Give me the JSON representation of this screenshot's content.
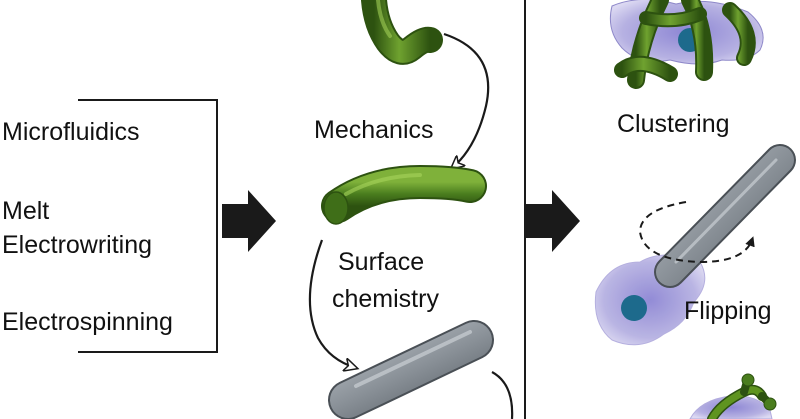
{
  "methods": [
    "Microfluidics",
    "Melt",
    "Electrowriting",
    "Electrospinning"
  ],
  "properties": {
    "mechanics": "Mechanics",
    "surface_line1": "Surface",
    "surface_line2": "chemistry"
  },
  "responses": {
    "clustering": "Clustering",
    "flipping": "Flipping"
  },
  "colors": {
    "fiber_green": "#4a7d1e",
    "fiber_gray": "#8a9198",
    "cell_lavender": "#b6b1e2",
    "nucleus": "#1d6a8c",
    "arrow": "#1a1a1a"
  },
  "icons": [
    "fiber-green-icon",
    "fiber-gray-icon",
    "cell-icon",
    "nucleus-icon",
    "arrow-icon"
  ]
}
